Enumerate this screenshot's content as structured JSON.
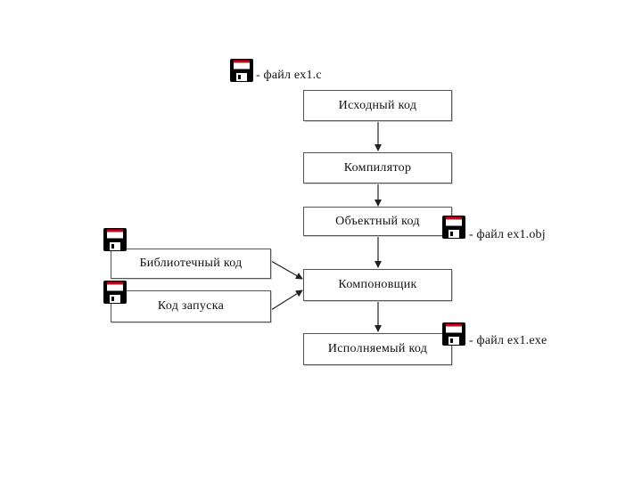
{
  "diagram": {
    "nodes": {
      "source": "Исходный код",
      "compiler": "Компилятор",
      "object": "Объектный код",
      "linker": "Компоновщик",
      "executable": "Исполняемый код",
      "library": "Библиотечный код",
      "startup": "Код запуска"
    },
    "file_labels": {
      "source": "- файл ex1.c",
      "object": "- файл ex1.obj",
      "executable": "- файл ex1.exe"
    },
    "icons": {
      "file": "floppy-disk-icon"
    },
    "colors": {
      "floppy_body": "#000000",
      "floppy_label": "#d0021b",
      "floppy_window": "#ffffff"
    }
  }
}
